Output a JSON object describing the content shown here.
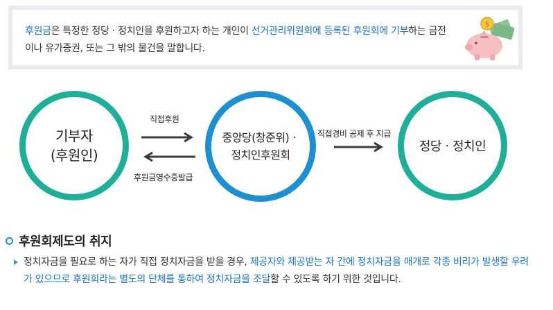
{
  "info": {
    "p1": "후원금",
    "p2": "은 특정한 정당ㆍ정치인을 후원하고자 하는 개인이 ",
    "p3": "선거관리위원회에 등록된 후원회에 기부",
    "p4": "하는 금전이나 유가증권, 또는 그 밖의 물건을 말합니다."
  },
  "diagram": {
    "donor_line1": "기부자",
    "donor_line2": "(후원인)",
    "center_line1": "중앙당(창준위)ㆍ",
    "center_line2": "정치인후원회",
    "party": "정당ㆍ정치인",
    "direct_donation": "직접후원",
    "receipt": "후원금영수증발급",
    "deduct": "직접경비 공제 후 지급"
  },
  "section": {
    "title": "후원회제도의 취지",
    "t1": "정치자금을 필요로 하는 자가 직접 정치자금을 받을 경우, ",
    "t2": "제공자와 제공받는 자 간에 정치자금을 매개로 각종 비리가 발생할 우려가 있으므로 후원회라는 별도의 단체를 통하여 정치자금을 조달",
    "t3": "할 수 있도록 하기 위한 것입니다."
  },
  "colors": {
    "teal": "#1fae98",
    "blue": "#1e8fd0",
    "highlight": "#1f72b8"
  }
}
